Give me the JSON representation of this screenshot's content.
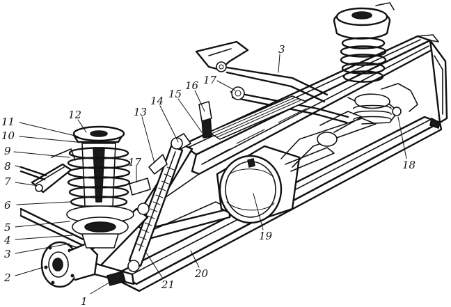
{
  "callouts": [
    {
      "id": "1",
      "text": "1"
    },
    {
      "id": "2",
      "text": "2"
    },
    {
      "id": "3a",
      "text": "3"
    },
    {
      "id": "3b",
      "text": "3"
    },
    {
      "id": "4",
      "text": "4"
    },
    {
      "id": "5",
      "text": "5"
    },
    {
      "id": "6",
      "text": "6"
    },
    {
      "id": "7",
      "text": "7"
    },
    {
      "id": "8",
      "text": "8"
    },
    {
      "id": "9",
      "text": "9"
    },
    {
      "id": "10",
      "text": "10"
    },
    {
      "id": "11",
      "text": "11"
    },
    {
      "id": "12",
      "text": "12"
    },
    {
      "id": "13",
      "text": "13"
    },
    {
      "id": "14",
      "text": "14"
    },
    {
      "id": "15",
      "text": "15"
    },
    {
      "id": "16",
      "text": "16"
    },
    {
      "id": "17a",
      "text": "17"
    },
    {
      "id": "17b",
      "text": "17"
    },
    {
      "id": "18",
      "text": "18"
    },
    {
      "id": "19",
      "text": "19"
    },
    {
      "id": "20",
      "text": "20"
    },
    {
      "id": "21",
      "text": "21"
    }
  ],
  "colors": {
    "ink": "#111111",
    "paper": "#ffffff"
  }
}
